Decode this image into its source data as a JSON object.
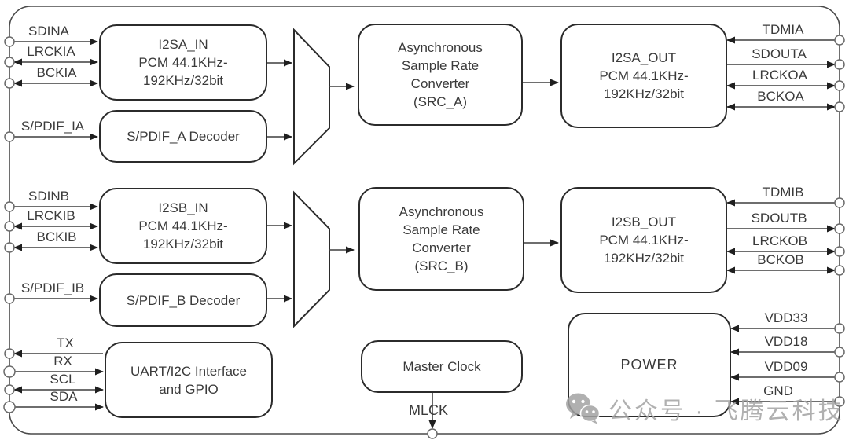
{
  "colors": {
    "background": "#ffffff",
    "block_border": "#2b2b2b",
    "wire": "#3f3f3f",
    "text": "#3a3a3a",
    "watermark": "#a3a3a3"
  },
  "blocks": {
    "i2sa_in": "I2SA_IN\nPCM 44.1KHz-\n192KHz/32bit",
    "spdif_a_decoder": "S/PDIF_A Decoder",
    "src_a": "Asynchronous\nSample Rate\nConverter\n(SRC_A)",
    "i2sa_out": "I2SA_OUT\nPCM 44.1KHz-\n192KHz/32bit",
    "i2sb_in": "I2SB_IN\nPCM 44.1KHz-\n192KHz/32bit",
    "spdif_b_decoder": "S/PDIF_B Decoder",
    "src_b": "Asynchronous\nSample Rate\nConverter\n(SRC_B)",
    "i2sb_out": "I2SB_OUT\nPCM 44.1KHz-\n192KHz/32bit",
    "uart_i2c": "UART/I2C  Interface\nand GPIO",
    "master_clock": "Master Clock",
    "power": "POWER"
  },
  "pins": {
    "sdina": "SDINA",
    "lrckia": "LRCKIA",
    "bckia": "BCKIA",
    "spdif_ia": "S/PDIF_IA",
    "sdinb": "SDINB",
    "lrckib": "LRCKIB",
    "bckib": "BCKIB",
    "spdif_ib": "S/PDIF_IB",
    "tx": "TX",
    "rx": "RX",
    "scl": "SCL",
    "sda": "SDA",
    "tdmia": "TDMIA",
    "sdouta": "SDOUTA",
    "lrckoa": "LRCKOA",
    "bckoa": "BCKOA",
    "tdmib": "TDMIB",
    "sdoutb": "SDOUTB",
    "lrckob": "LRCKOB",
    "bckob": "BCKOB",
    "vdd33": "VDD33",
    "vdd18": "VDD18",
    "vdd09": "VDD09",
    "gnd": "GND",
    "mlck": "MLCK"
  },
  "watermark": {
    "icon": "wechat-icon",
    "text": "公众号 · 飞腾云科技"
  }
}
